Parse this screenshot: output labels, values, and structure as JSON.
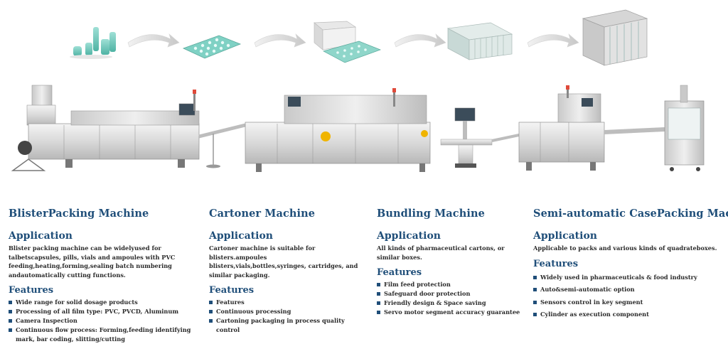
{
  "columns": [
    {
      "title": "BlisterPacking Machine",
      "application_heading": "Application",
      "application_text": "Blister packing machine can be widelyused for talbetscapsules, pills, vials and ampoules with PVC feeding,heating,forming,sealing batch numbering andautomatically cutting functions.",
      "features_heading": "Features",
      "features": [
        "Wide range for solid dosage products",
        "Processing of all film type: PVC, PVCD, Aluminum",
        "Camera Inspection",
        "Continuous flow process: Forming,feeding identifying mark, bar coding, slitting/cutting"
      ]
    },
    {
      "title": "Cartoner Machine",
      "application_heading": "Application",
      "application_text": "Cartoner machine is suitable for blisters.ampoules blisters,vials,bottles,syringes, cartridges, and similar packaging.",
      "features_heading": "Features",
      "features": [
        "Features",
        "Continuous processing",
        "Cartoning packaging in process quality control"
      ]
    },
    {
      "title": "Bundling Machine",
      "application_heading": "Application",
      "application_text": "All kinds of pharmaceutical cartons, or similar boxes.",
      "features_heading": "Features",
      "features": [
        "Film feed protection",
        "Safeguard door protection",
        "Friendly design & Space saving",
        "Servo motor segment accuracy guarantee"
      ]
    },
    {
      "title": "Semi-automatic CasePacking Machine",
      "application_heading": "Application",
      "application_text": "Applicable to packs and various kinds of quadrateboxes.",
      "features_heading": "Features",
      "features": [
        "Widely used in pharmaceuticals & food industry",
        "Auto&semi-automatic option",
        "Sensors control in key segment",
        "Cylinder as execution component"
      ]
    }
  ]
}
